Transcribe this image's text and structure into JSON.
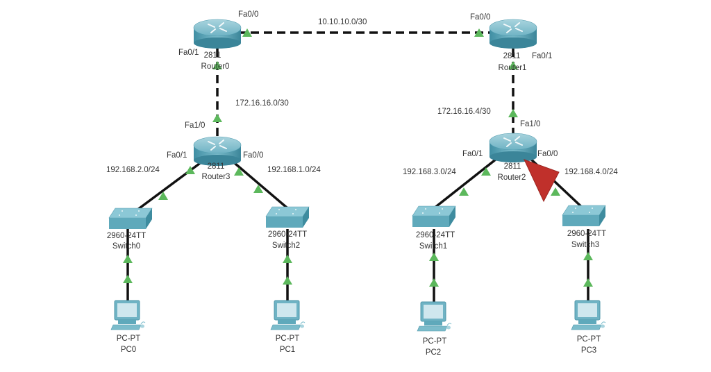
{
  "topology": {
    "devices": [
      {
        "id": "router0",
        "model": "2811",
        "name": "Router0",
        "type": "router"
      },
      {
        "id": "router1",
        "model": "2811",
        "name": "Router1",
        "type": "router"
      },
      {
        "id": "router3",
        "model": "2811",
        "name": "Router3",
        "type": "router"
      },
      {
        "id": "router2",
        "model": "2811",
        "name": "Router2",
        "type": "router"
      },
      {
        "id": "switch0",
        "model": "2960-24TT",
        "name": "Switch0",
        "type": "switch"
      },
      {
        "id": "switch2",
        "model": "2960-24TT",
        "name": "Switch2",
        "type": "switch"
      },
      {
        "id": "switch1",
        "model": "2960-24TT",
        "name": "Switch1",
        "type": "switch"
      },
      {
        "id": "switch3",
        "model": "2960-24TT",
        "name": "Switch3",
        "type": "switch"
      },
      {
        "id": "pc0",
        "model": "PC-PT",
        "name": "PC0",
        "type": "pc"
      },
      {
        "id": "pc1",
        "model": "PC-PT",
        "name": "PC1",
        "type": "pc"
      },
      {
        "id": "pc2",
        "model": "PC-PT",
        "name": "PC2",
        "type": "pc"
      },
      {
        "id": "pc3",
        "model": "PC-PT",
        "name": "PC3",
        "type": "pc"
      }
    ],
    "links": [
      {
        "from": "router0",
        "to": "router1",
        "style": "dashed",
        "network": "10.10.10.0/30",
        "from_port": "Fa0/0",
        "to_port": "Fa0/0"
      },
      {
        "from": "router0",
        "to": "router3",
        "style": "dashed",
        "network": "172.16.16.0/30",
        "from_port": "Fa0/1",
        "to_port": "Fa1/0"
      },
      {
        "from": "router1",
        "to": "router2",
        "style": "dashed",
        "network": "172.16.16.4/30",
        "from_port": "Fa0/1",
        "to_port": "Fa1/0"
      },
      {
        "from": "router3",
        "to": "switch0",
        "style": "solid",
        "network": "192.168.2.0/24",
        "from_port": "Fa0/1"
      },
      {
        "from": "router3",
        "to": "switch2",
        "style": "solid",
        "network": "192.168.1.0/24",
        "from_port": "Fa0/0"
      },
      {
        "from": "router2",
        "to": "switch1",
        "style": "solid",
        "network": "192.168.3.0/24",
        "from_port": "Fa0/1"
      },
      {
        "from": "router2",
        "to": "switch3",
        "style": "solid",
        "network": "192.168.4.0/24",
        "from_port": "Fa0/0"
      },
      {
        "from": "switch0",
        "to": "pc0",
        "style": "solid"
      },
      {
        "from": "switch2",
        "to": "pc1",
        "style": "solid"
      },
      {
        "from": "switch1",
        "to": "pc2",
        "style": "solid"
      },
      {
        "from": "switch3",
        "to": "pc3",
        "style": "solid"
      }
    ],
    "colors": {
      "link": "#111111",
      "port_up": "#5cb85c",
      "device": "#5fa9bb",
      "cursor": "#c0302b"
    }
  },
  "labels": {
    "r0_fa00": "Fa0/0",
    "r0_fa01": "Fa0/1",
    "r0_model": "2811",
    "r0_name": "Router0",
    "r1_fa00": "Fa0/0",
    "r1_fa01": "Fa0/1",
    "r1_model": "2811",
    "r1_name": "Router1",
    "net_r0_r1": "10.10.10.0/30",
    "net_r0_r3": "172.16.16.0/30",
    "net_r1_r2": "172.16.16.4/30",
    "r3_fa10": "Fa1/0",
    "r3_fa01": "Fa0/1",
    "r3_fa00": "Fa0/0",
    "r3_model": "2811",
    "r3_name": "Router3",
    "r2_fa10": "Fa1/0",
    "r2_fa01": "Fa0/1",
    "r2_fa00": "Fa0/0",
    "r2_model": "2811",
    "r2_name": "Router2",
    "net_r3_sw0": "192.168.2.0/24",
    "net_r3_sw2": "192.168.1.0/24",
    "net_r2_sw1": "192.168.3.0/24",
    "net_r2_sw3": "192.168.4.0/24",
    "sw0_model": "2960-24TT",
    "sw0_name": "Switch0",
    "sw2_model": "2960-24TT",
    "sw2_name": "Switch2",
    "sw1_model": "2960-24TT",
    "sw1_name": "Switch1",
    "sw3_model": "2960-24TT",
    "sw3_name": "Switch3",
    "pc0_model": "PC-PT",
    "pc0_name": "PC0",
    "pc1_model": "PC-PT",
    "pc1_name": "PC1",
    "pc2_model": "PC-PT",
    "pc2_name": "PC2",
    "pc3_model": "PC-PT",
    "pc3_name": "PC3"
  }
}
